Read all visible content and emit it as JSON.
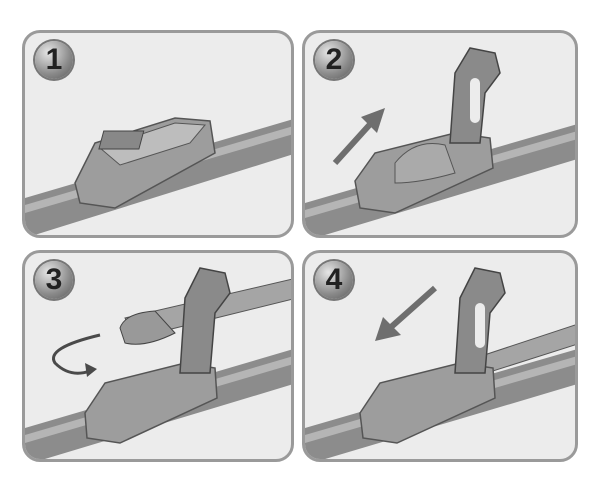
{
  "steps": [
    {
      "number": "1"
    },
    {
      "number": "2"
    },
    {
      "number": "3"
    },
    {
      "number": "4"
    }
  ],
  "colors": {
    "panel_border": "#9a9a9a",
    "panel_bg": "#ececec",
    "arm": "#7a7a7a",
    "arrow": "#6e6e6e"
  }
}
